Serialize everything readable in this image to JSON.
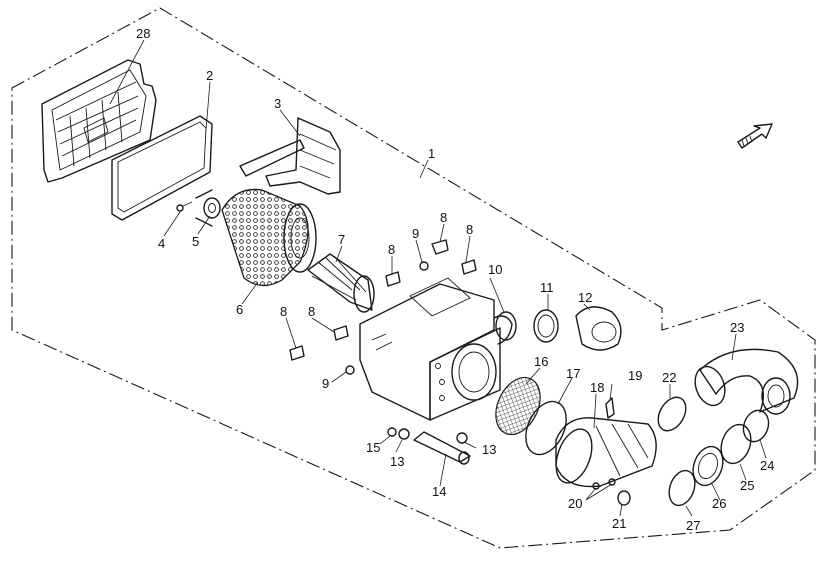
{
  "diagram": {
    "callouts": [
      {
        "id": "c28",
        "label": "28"
      },
      {
        "id": "c2",
        "label": "2"
      },
      {
        "id": "c3",
        "label": "3"
      },
      {
        "id": "c1",
        "label": "1"
      },
      {
        "id": "c4",
        "label": "4"
      },
      {
        "id": "c5",
        "label": "5"
      },
      {
        "id": "c6",
        "label": "6"
      },
      {
        "id": "c7",
        "label": "7"
      },
      {
        "id": "c8a",
        "label": "8"
      },
      {
        "id": "c8b",
        "label": "8"
      },
      {
        "id": "c8c",
        "label": "8"
      },
      {
        "id": "c8d",
        "label": "8"
      },
      {
        "id": "c8e",
        "label": "8"
      },
      {
        "id": "c9a",
        "label": "9"
      },
      {
        "id": "c9b",
        "label": "9"
      },
      {
        "id": "c10",
        "label": "10"
      },
      {
        "id": "c11",
        "label": "11"
      },
      {
        "id": "c12",
        "label": "12"
      },
      {
        "id": "c13a",
        "label": "13"
      },
      {
        "id": "c13b",
        "label": "13"
      },
      {
        "id": "c14",
        "label": "14"
      },
      {
        "id": "c15",
        "label": "15"
      },
      {
        "id": "c16",
        "label": "16"
      },
      {
        "id": "c17",
        "label": "17"
      },
      {
        "id": "c18",
        "label": "18"
      },
      {
        "id": "c19",
        "label": "19"
      },
      {
        "id": "c20",
        "label": "20"
      },
      {
        "id": "c21",
        "label": "21"
      },
      {
        "id": "c22",
        "label": "22"
      },
      {
        "id": "c23",
        "label": "23"
      },
      {
        "id": "c24",
        "label": "24"
      },
      {
        "id": "c25",
        "label": "25"
      },
      {
        "id": "c26",
        "label": "26"
      },
      {
        "id": "c27",
        "label": "27"
      }
    ],
    "icons": {
      "direction": "front-direction-arrow-icon"
    }
  }
}
